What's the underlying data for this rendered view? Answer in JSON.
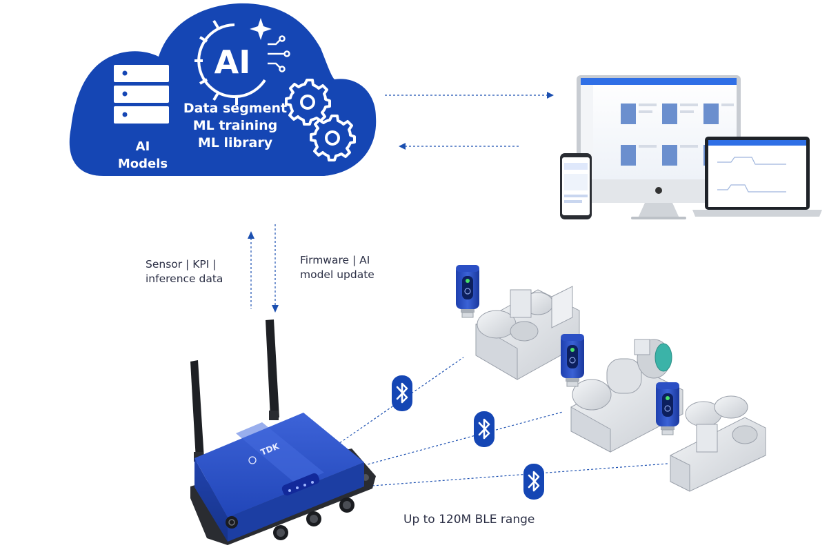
{
  "cloud": {
    "ai_logo_text": "AI",
    "services": [
      "Data segment",
      "ML training",
      "ML library"
    ],
    "models_label": [
      "AI",
      "Models"
    ]
  },
  "links": {
    "uplink_label": [
      "Sensor | KPI |",
      "inference data"
    ],
    "downlink_label": [
      "Firmware | AI",
      "model update"
    ]
  },
  "gateway": {
    "brand": "TDK"
  },
  "ble": {
    "range_label": "Up to 120M BLE range"
  },
  "colors": {
    "brand_blue": "#1546b4",
    "line_blue": "#1b4fb0",
    "text_dark": "#2b2f45"
  },
  "icons": [
    "server-icon",
    "ai-chip-icon",
    "gear-icon",
    "bluetooth-icon",
    "desktop-monitor-icon",
    "laptop-icon",
    "smartphone-icon"
  ]
}
